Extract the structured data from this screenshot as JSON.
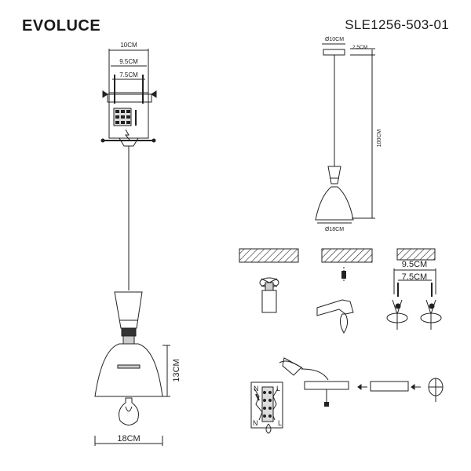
{
  "header": {
    "brand": "EVOLUCE",
    "model": "SLE1256-503-01"
  },
  "main_drawing": {
    "dims": {
      "width_top": "10CM",
      "width_mid": "9.5CM",
      "width_inner": "7.5CM",
      "shade_height": "13CM",
      "shade_width": "18CM"
    }
  },
  "side_view": {
    "dims": {
      "canopy_diameter": "Ø10CM",
      "canopy_height": "2.5CM",
      "total_height": "100CM",
      "shade_diameter": "Ø18CM"
    }
  },
  "install_steps": {
    "step3": {
      "dim_outer": "9.5CM",
      "dim_inner": "7.5CM"
    }
  },
  "wiring": {
    "label_n": "N",
    "label_l": "L",
    "label_n2": "N",
    "label_l2": "L"
  }
}
